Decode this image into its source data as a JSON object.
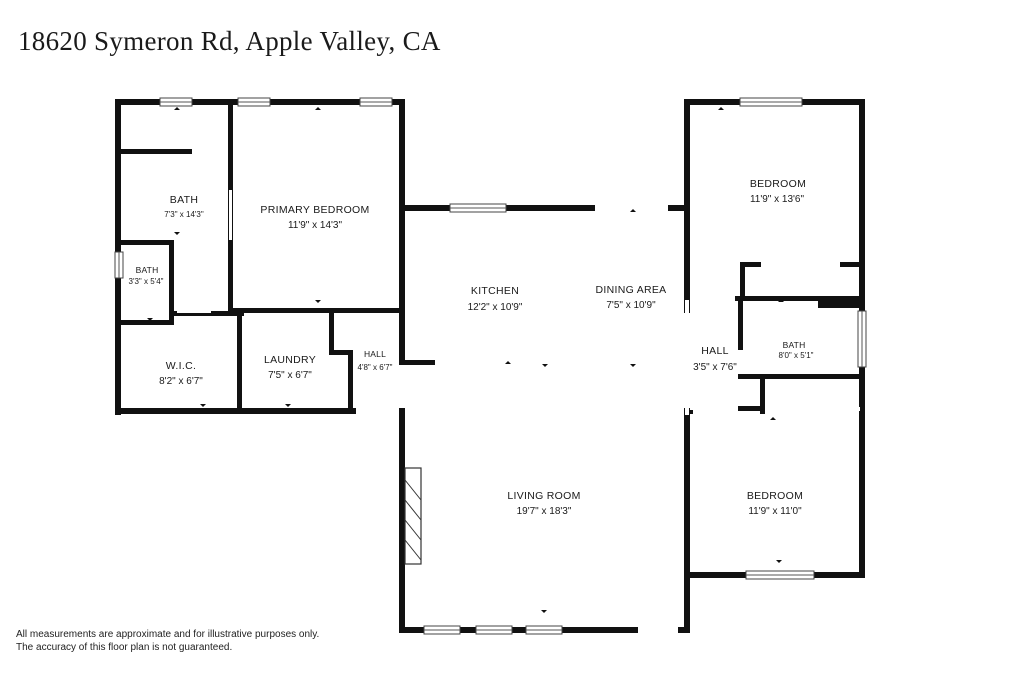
{
  "title": "18620 Symeron Rd, Apple Valley, CA",
  "rooms": {
    "bath_main": {
      "name": "BATH",
      "dim": "7'3\" x 14'3\""
    },
    "bath_small": {
      "name": "BATH",
      "dim": "3'3\" x 5'4\""
    },
    "primary_bedroom": {
      "name": "PRIMARY BEDROOM",
      "dim": "11'9\" x 14'3\""
    },
    "wic": {
      "name": "W.I.C.",
      "dim": "8'2\" x 6'7\""
    },
    "laundry": {
      "name": "LAUNDRY",
      "dim": "7'5\" x 6'7\""
    },
    "hall_left": {
      "name": "HALL",
      "dim": "4'8\" x 6'7\""
    },
    "kitchen": {
      "name": "KITCHEN",
      "dim": "12'2\" x 10'9\""
    },
    "dining_area": {
      "name": "DINING AREA",
      "dim": "7'5\" x 10'9\""
    },
    "living_room": {
      "name": "LIVING ROOM",
      "dim": "19'7\" x 18'3\""
    },
    "bedroom_top": {
      "name": "BEDROOM",
      "dim": "11'9\" x 13'6\""
    },
    "hall_right": {
      "name": "HALL",
      "dim": "3'5\" x 7'6\""
    },
    "bath_right": {
      "name": "BATH",
      "dim": "8'0\" x 5'1\""
    },
    "bedroom_bottom": {
      "name": "BEDROOM",
      "dim": "11'9\" x 11'0\""
    }
  },
  "disclaimer": {
    "line1": "All measurements are approximate and for illustrative purposes only.",
    "line2": "The accuracy of this floor plan is not guaranteed."
  }
}
